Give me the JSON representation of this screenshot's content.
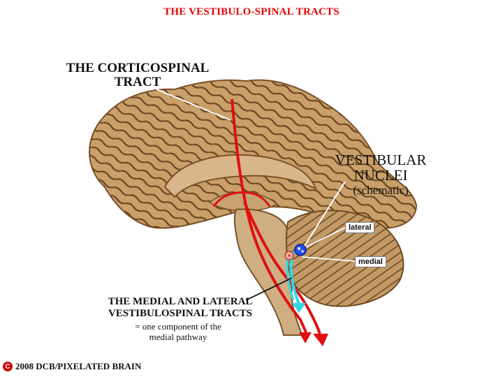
{
  "title": "THE VESTIBULO-SPINAL TRACTS",
  "labels": {
    "corticospinal_line1": "THE CORTICOSPINAL",
    "corticospinal_line2": "TRACT",
    "vestibular_line1": "VESTIBULAR",
    "vestibular_line2": "NUCLEI",
    "vestibular_line3": "(schematic)",
    "lateral": "lateral",
    "medial": "medial",
    "mvst_line1": "THE MEDIAL AND LATERAL",
    "mvst_line2": "VESTIBULOSPINAL TRACTS",
    "note_line1": "= one component of the",
    "note_line2": "medial pathway"
  },
  "copyright": {
    "symbol": "C",
    "text": "2008  DCB/PIXELATED BRAIN"
  },
  "colors": {
    "title": "#e00000",
    "corticospinal_tract": "#e01010",
    "vestibulospinal_tract": "#30d8e8",
    "lateral_nucleus": "#1f4fff",
    "medial_nucleus": "#c83030",
    "brain_tissue": "#c9a06a"
  }
}
